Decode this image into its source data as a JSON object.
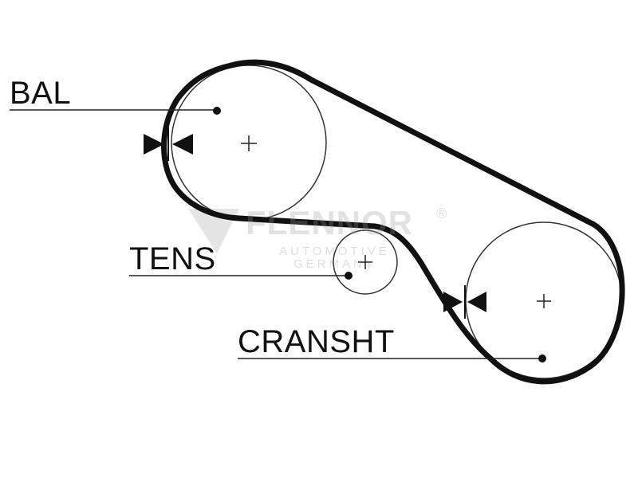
{
  "labels": {
    "balance": "BAL",
    "tensioner": "TENS",
    "crankshaft": "CRANSHT"
  },
  "watermark": {
    "name": "FLENNOR",
    "registered": "®",
    "line1": "AUTOMOTIVE",
    "line2": "GERMANY"
  },
  "colors": {
    "belt": "#111111",
    "outline": "#333333",
    "watermark": "#969696"
  }
}
